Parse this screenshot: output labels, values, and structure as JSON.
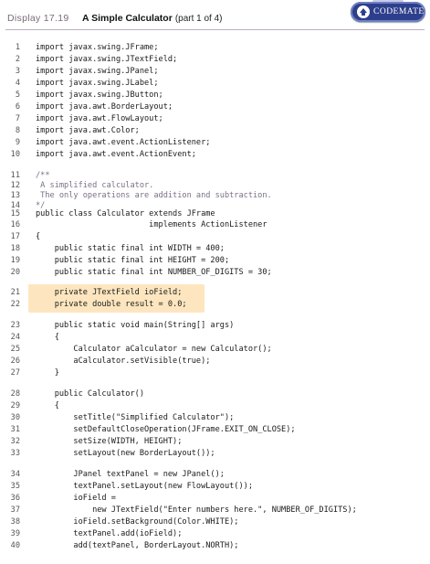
{
  "header": {
    "display_label": "Display 17.19",
    "title": "A Simple Calculator",
    "part": "(part 1 of 4)"
  },
  "badge": {
    "text": "CODEMATE",
    "icon": "codemate-logo-icon",
    "color": "#2d3f8c"
  },
  "highlight_color": "#fde6bf",
  "code": {
    "lines": [
      {
        "n": "1",
        "text": "import javax.swing.JFrame;"
      },
      {
        "n": "2",
        "text": "import javax.swing.JTextField;"
      },
      {
        "n": "3",
        "text": "import javax.swing.JPanel;"
      },
      {
        "n": "4",
        "text": "import javax.swing.JLabel;"
      },
      {
        "n": "5",
        "text": "import javax.swing.JButton;"
      },
      {
        "n": "6",
        "text": "import java.awt.BorderLayout;"
      },
      {
        "n": "7",
        "text": "import java.awt.FlowLayout;"
      },
      {
        "n": "8",
        "text": "import java.awt.Color;"
      },
      {
        "n": "9",
        "text": "import java.awt.event.ActionListener;"
      },
      {
        "n": "10",
        "text": "import java.awt.event.ActionEvent;"
      },
      {
        "n": "11",
        "text": "/**",
        "comment": true
      },
      {
        "n": "12",
        "text": " A simplified calculator.",
        "comment": true
      },
      {
        "n": "13",
        "text": " The only operations are addition and subtraction.",
        "comment": true
      },
      {
        "n": "14",
        "text": "*/",
        "comment": true
      },
      {
        "n": "15",
        "text": "public class Calculator extends JFrame"
      },
      {
        "n": "16",
        "text": "                        implements ActionListener"
      },
      {
        "n": "17",
        "text": "{"
      },
      {
        "n": "18",
        "text": "    public static final int WIDTH = 400;"
      },
      {
        "n": "19",
        "text": "    public static final int HEIGHT = 200;"
      },
      {
        "n": "20",
        "text": "    public static final int NUMBER_OF_DIGITS = 30;"
      },
      {
        "n": "21",
        "text": "    private JTextField ioField;"
      },
      {
        "n": "22",
        "text": "    private double result = 0.0;"
      },
      {
        "n": "23",
        "text": "    public static void main(String[] args)"
      },
      {
        "n": "24",
        "text": "    {"
      },
      {
        "n": "25",
        "text": "        Calculator aCalculator = new Calculator();"
      },
      {
        "n": "26",
        "text": "        aCalculator.setVisible(true);"
      },
      {
        "n": "27",
        "text": "    }"
      },
      {
        "n": "28",
        "text": "    public Calculator()"
      },
      {
        "n": "29",
        "text": "    {"
      },
      {
        "n": "30",
        "text": "        setTitle(\"Simplified Calculator\");"
      },
      {
        "n": "31",
        "text": "        setDefaultCloseOperation(JFrame.EXIT_ON_CLOSE);"
      },
      {
        "n": "32",
        "text": "        setSize(WIDTH, HEIGHT);"
      },
      {
        "n": "33",
        "text": "        setLayout(new BorderLayout());"
      },
      {
        "n": "34",
        "text": "        JPanel textPanel = new JPanel();"
      },
      {
        "n": "35",
        "text": "        textPanel.setLayout(new FlowLayout());"
      },
      {
        "n": "36",
        "text": "        ioField ="
      },
      {
        "n": "37",
        "text": "            new JTextField(\"Enter numbers here.\", NUMBER_OF_DIGITS);"
      },
      {
        "n": "38",
        "text": "        ioField.setBackground(Color.WHITE);"
      },
      {
        "n": "39",
        "text": "        textPanel.add(ioField);"
      },
      {
        "n": "40",
        "text": "        add(textPanel, BorderLayout.NORTH);"
      }
    ]
  }
}
